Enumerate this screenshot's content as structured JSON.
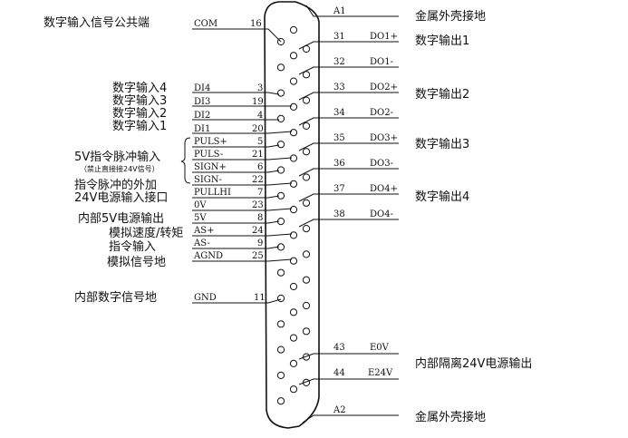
{
  "left_signals": [
    {
      "desc": "数字输入信号公共端",
      "sig": "COM",
      "pin": "16"
    },
    {
      "desc": "数字输入4",
      "sig": "DI4",
      "pin": "3"
    },
    {
      "desc": "数字输入3",
      "sig": "DI3",
      "pin": "19"
    },
    {
      "desc": "数字输入2",
      "sig": "DI2",
      "pin": "4"
    },
    {
      "desc": "数字输入1",
      "sig": "DI1",
      "pin": "20"
    },
    {
      "desc": "",
      "sig": "PULS+",
      "pin": "5"
    },
    {
      "desc": "",
      "sig": "PULS-",
      "pin": "21"
    },
    {
      "desc": "",
      "sig": "SIGN+",
      "pin": "6"
    },
    {
      "desc": "",
      "sig": "SIGN-",
      "pin": "22"
    },
    {
      "desc": "",
      "sig": "PULLHI",
      "pin": "7"
    },
    {
      "desc": "",
      "sig": "0V",
      "pin": "23"
    },
    {
      "desc": "内部5V电源输出",
      "sig": "5V",
      "pin": "8"
    },
    {
      "desc": "",
      "sig": "AS+",
      "pin": "24"
    },
    {
      "desc": "",
      "sig": "AS-",
      "pin": "9"
    },
    {
      "desc": "模拟信号地",
      "sig": "AGND",
      "pin": "25"
    },
    {
      "desc": "内部数字信号地",
      "sig": "GND",
      "pin": "11"
    }
  ],
  "left_group_labels": {
    "pulse_input": "5V指令脉冲输入",
    "pulse_note": "（禁止直接接24V信号）",
    "pulse_ext_line1": "指令脉冲的外加",
    "pulse_ext_line2": "24V电源输入接口",
    "analog_line1": "模拟速度/转矩",
    "analog_line2": "指令输入"
  },
  "right_signals": [
    {
      "sig": "A1",
      "pin": ""
    },
    {
      "sig": "DO1+",
      "pin": "31"
    },
    {
      "sig": "DO1-",
      "pin": "32"
    },
    {
      "sig": "DO2+",
      "pin": "33"
    },
    {
      "sig": "DO2-",
      "pin": "34"
    },
    {
      "sig": "DO3+",
      "pin": "35"
    },
    {
      "sig": "DO3-",
      "pin": "36"
    },
    {
      "sig": "DO4+",
      "pin": "37"
    },
    {
      "sig": "DO4-",
      "pin": "38"
    },
    {
      "sig": "E0V",
      "pin": "43"
    },
    {
      "sig": "E24V",
      "pin": "44"
    },
    {
      "sig": "A2",
      "pin": ""
    }
  ],
  "right_labels": {
    "shell_top": "金属外壳接地",
    "do1": "数字输出1",
    "do2": "数字输出2",
    "do3": "数字输出3",
    "do4": "数字输出4",
    "power24": "内部隔离24V电源输出",
    "shell_bottom": "金属外壳接地"
  }
}
